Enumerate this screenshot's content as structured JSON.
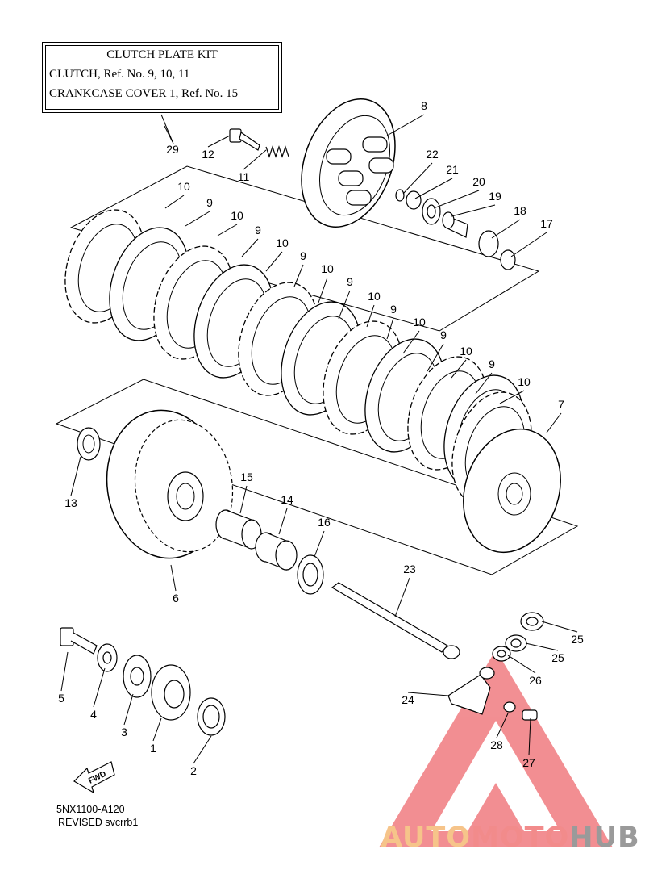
{
  "kit_box": {
    "title": "CLUTCH PLATE KIT",
    "line1": "CLUTCH, Ref. No. 9, 10, 11",
    "line2": "CRANKCASE COVER 1, Ref. No. 15"
  },
  "callouts": [
    {
      "n": "29"
    },
    {
      "n": "12"
    },
    {
      "n": "11"
    },
    {
      "n": "8"
    },
    {
      "n": "22"
    },
    {
      "n": "21"
    },
    {
      "n": "20"
    },
    {
      "n": "19"
    },
    {
      "n": "18"
    },
    {
      "n": "17"
    },
    {
      "n": "10"
    },
    {
      "n": "9"
    },
    {
      "n": "10"
    },
    {
      "n": "9"
    },
    {
      "n": "10"
    },
    {
      "n": "9"
    },
    {
      "n": "10"
    },
    {
      "n": "9"
    },
    {
      "n": "10"
    },
    {
      "n": "9"
    },
    {
      "n": "10"
    },
    {
      "n": "9"
    },
    {
      "n": "10"
    },
    {
      "n": "9"
    },
    {
      "n": "10"
    },
    {
      "n": "7"
    },
    {
      "n": "13"
    },
    {
      "n": "15"
    },
    {
      "n": "14"
    },
    {
      "n": "16"
    },
    {
      "n": "6"
    },
    {
      "n": "23"
    },
    {
      "n": "25"
    },
    {
      "n": "25"
    },
    {
      "n": "26"
    },
    {
      "n": "24"
    },
    {
      "n": "28"
    },
    {
      "n": "27"
    },
    {
      "n": "5"
    },
    {
      "n": "4"
    },
    {
      "n": "3"
    },
    {
      "n": "1"
    },
    {
      "n": "2"
    }
  ],
  "fwd_label": "FWD",
  "diagram_code": "5NX1100-A120",
  "revision": "REVISED svcrrb1",
  "watermark": {
    "part1": "AUTO",
    "part2": "MOTO",
    "part3": "HUB"
  },
  "colors": {
    "line": "#000000",
    "watermark_red": "#e8333a",
    "watermark_orange": "#f6c48a",
    "watermark_gray": "#9a9a9a"
  }
}
